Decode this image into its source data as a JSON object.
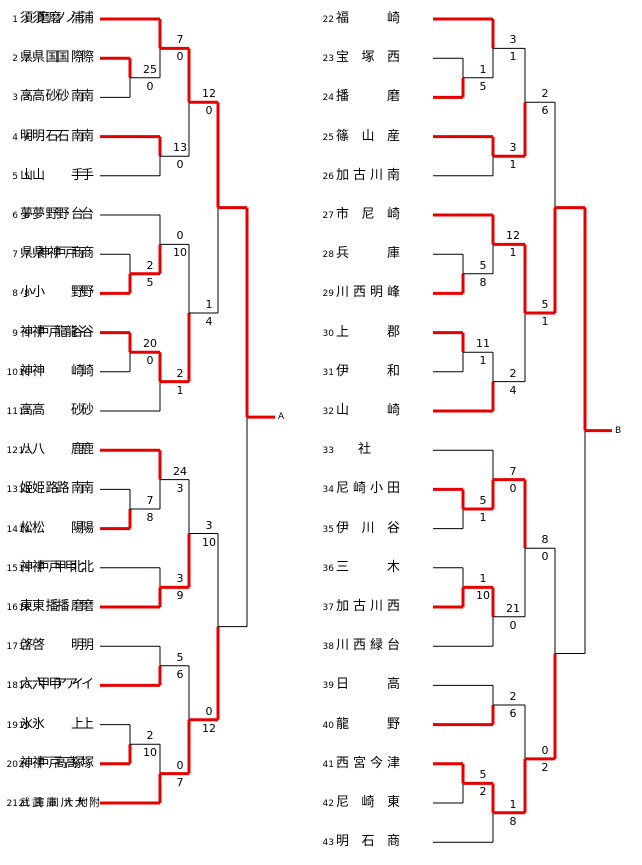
{
  "finals": [
    "A",
    "B"
  ],
  "left": {
    "teams": [
      {
        "n": "1",
        "name": "須磨ノ浦"
      },
      {
        "n": "2",
        "name": "県国際"
      },
      {
        "n": "3",
        "name": "高砂南"
      },
      {
        "n": "4",
        "name": "明石南"
      },
      {
        "n": "5",
        "name": "山手"
      },
      {
        "n": "6",
        "name": "夢野台"
      },
      {
        "n": "7",
        "name": "県神戸商"
      },
      {
        "n": "8",
        "name": "小野"
      },
      {
        "n": "9",
        "name": "神戸龍谷"
      },
      {
        "n": "10",
        "name": "神崎"
      },
      {
        "n": "11",
        "name": "高砂"
      },
      {
        "n": "12",
        "name": "八鹿"
      },
      {
        "n": "13",
        "name": "姫路南"
      },
      {
        "n": "14",
        "name": "松陽"
      },
      {
        "n": "15",
        "name": "神戸甲北"
      },
      {
        "n": "16",
        "name": "東播磨"
      },
      {
        "n": "17",
        "name": "啓明"
      },
      {
        "n": "18",
        "name": "六甲アイ"
      },
      {
        "n": "19",
        "name": "氷上"
      },
      {
        "n": "20",
        "name": "神戸高塚"
      },
      {
        "n": "21",
        "name": "武庫川大附"
      }
    ],
    "scores": [
      [
        "25",
        "0"
      ],
      [
        "7",
        "0"
      ],
      [
        "13",
        "0"
      ],
      [
        "12",
        "0"
      ],
      [
        "2",
        "5"
      ],
      [
        "0",
        "10"
      ],
      [
        "20",
        "0"
      ],
      [
        "2",
        "1"
      ],
      [
        "1",
        "4"
      ],
      [
        "7",
        "8"
      ],
      [
        "24",
        "3"
      ],
      [
        "3",
        "9"
      ],
      [
        "3",
        "10"
      ],
      [
        "5",
        "6"
      ],
      [
        "2",
        "10"
      ],
      [
        "0",
        "7"
      ],
      [
        "0",
        "12"
      ]
    ]
  },
  "right": {
    "teams": [
      {
        "n": "22",
        "name": "福崎"
      },
      {
        "n": "23",
        "name": "宝塚西"
      },
      {
        "n": "24",
        "name": "播磨"
      },
      {
        "n": "25",
        "name": "篠山産"
      },
      {
        "n": "26",
        "name": "加古川南"
      },
      {
        "n": "27",
        "name": "市尼崎"
      },
      {
        "n": "28",
        "name": "兵庫"
      },
      {
        "n": "29",
        "name": "川西明峰"
      },
      {
        "n": "30",
        "name": "上郡"
      },
      {
        "n": "31",
        "name": "伊和"
      },
      {
        "n": "32",
        "name": "山崎"
      },
      {
        "n": "33",
        "name": "社"
      },
      {
        "n": "34",
        "name": "尼崎小田"
      },
      {
        "n": "35",
        "name": "伊川谷"
      },
      {
        "n": "36",
        "name": "三木"
      },
      {
        "n": "37",
        "name": "加古川西"
      },
      {
        "n": "38",
        "name": "川西緑台"
      },
      {
        "n": "39",
        "name": "日高"
      },
      {
        "n": "40",
        "name": "龍野"
      },
      {
        "n": "41",
        "name": "西宮今津"
      },
      {
        "n": "42",
        "name": "尼崎東"
      },
      {
        "n": "43",
        "name": "明石商"
      }
    ],
    "scores": [
      [
        "1",
        "5"
      ],
      [
        "3",
        "1"
      ],
      [
        "3",
        "1"
      ],
      [
        "2",
        "6"
      ],
      [
        "5",
        "8"
      ],
      [
        "12",
        "1"
      ],
      [
        "11",
        "1"
      ],
      [
        "2",
        "4"
      ],
      [
        "5",
        "1"
      ],
      [
        "5",
        "1"
      ],
      [
        "7",
        "0"
      ],
      [
        "1",
        "10"
      ],
      [
        "21",
        "0"
      ],
      [
        "8",
        "0"
      ],
      [
        "2",
        "6"
      ],
      [
        "5",
        "2"
      ],
      [
        "1",
        "8"
      ],
      [
        "0",
        "2"
      ]
    ]
  },
  "colors": {
    "win": "#e60000",
    "lose": "#000000"
  }
}
